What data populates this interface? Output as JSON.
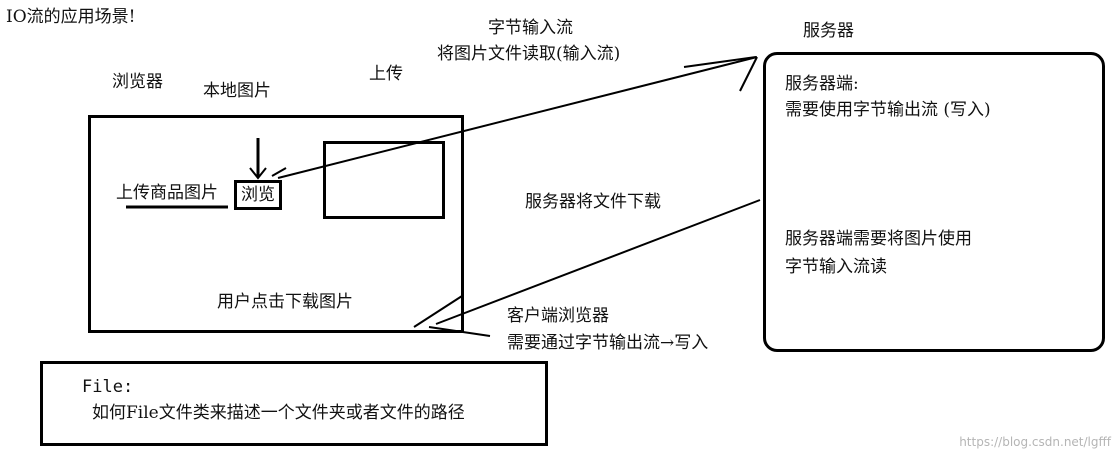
{
  "title": "IO流的应用场景!",
  "browser": {
    "label": "浏览器",
    "local_image": "本地图片",
    "upload": "上传",
    "upload_goods_image": "上传商品图片",
    "browse_button": "浏览",
    "user_download": "用户点击下载图片"
  },
  "byte_input": {
    "line1": "字节输入流",
    "line2": "将图片文件读取(输入流)"
  },
  "server": {
    "label": "服务器",
    "end_title": "服务器端:",
    "end_write": "需要使用字节输出流 (写入)",
    "end_read_1": "服务器端需要将图片使用",
    "end_read_2": "字节输入流读"
  },
  "server_download": "服务器将文件下载",
  "client": {
    "line1": "客户端浏览器",
    "line2": "需要通过字节输出流→写入"
  },
  "file_note": {
    "line1": "File:",
    "line2": "如何File文件类来描述一个文件夹或者文件的路径"
  },
  "watermark": "https://blog.csdn.net/lgfff"
}
